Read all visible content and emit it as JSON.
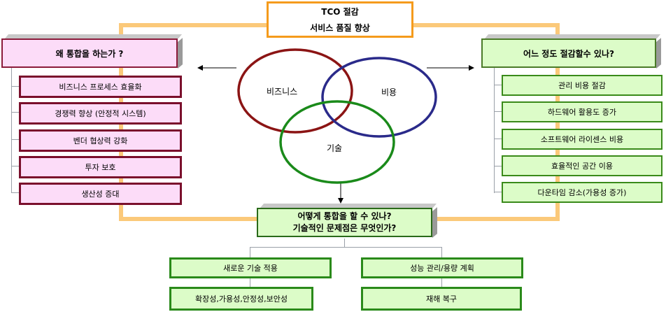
{
  "title": {
    "line1": "TCO 절감",
    "line2": "서비스 품질 향상"
  },
  "left": {
    "heading": "왜 통합을 하는가 ?",
    "items": [
      "비즈니스 프로세스 효율화",
      "경쟁력 향상 (안정적 시스템)",
      "벤더 협상력 강화",
      "투자 보호",
      "생산성 증대"
    ]
  },
  "right": {
    "heading": "어느 정도 절감할수 있나?",
    "items": [
      "관리 비용 절감",
      "하드웨어 활용도 증가",
      "소프트웨어 라이센스 비용",
      "효율적인 공간 이용",
      "다운타임 감소(가용성 증가)"
    ]
  },
  "venn": {
    "a": "비즈니스",
    "b": "비용",
    "c": "기술"
  },
  "bottom": {
    "line1": "어떻게 통합을 할 수 있나?",
    "line2": "기술적인 문제점은 무엇인가?",
    "items": [
      "새로운 기술 적용",
      "성능 관리/용량 계획",
      "확장성,가용성,안정성,보안성",
      "재해 복구"
    ]
  },
  "colors": {
    "frame": "#fbc97a",
    "title_border": "#f59b1c",
    "pink": "#fcdcf8",
    "green": "#dcfcc8",
    "venn_a": "#8b1414",
    "venn_b": "#2a2a8a",
    "venn_c": "#1a8a1a"
  }
}
